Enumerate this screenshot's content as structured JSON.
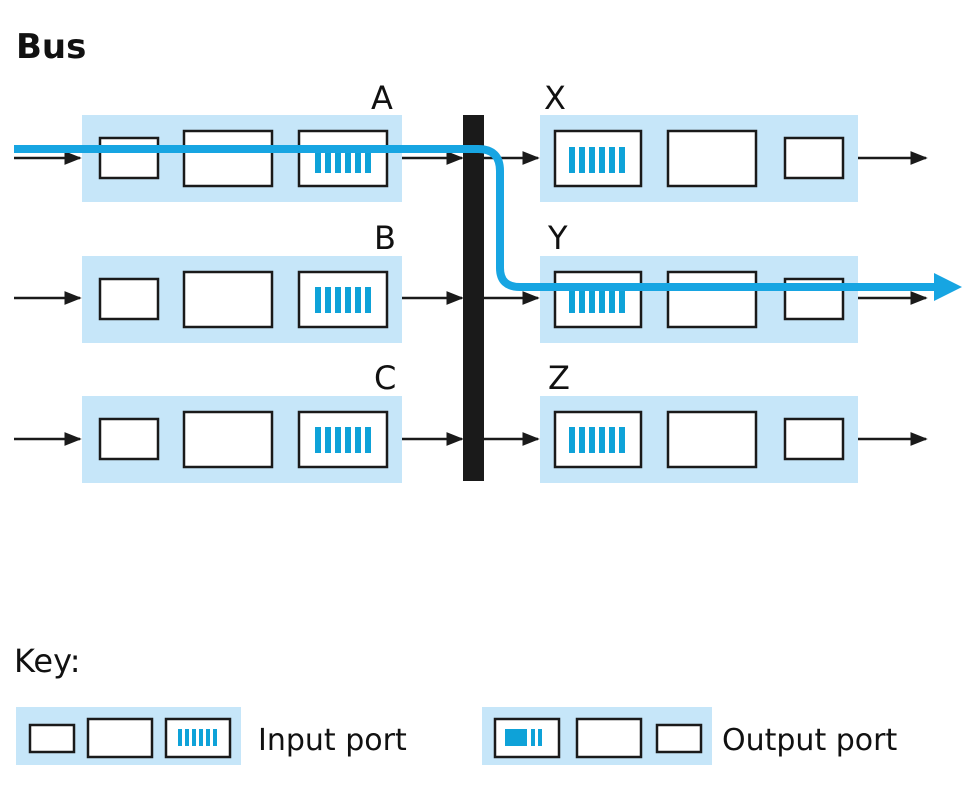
{
  "title": "Bus",
  "input_ports": [
    {
      "label": "A"
    },
    {
      "label": "B"
    },
    {
      "label": "C"
    }
  ],
  "output_ports": [
    {
      "label": "X"
    },
    {
      "label": "Y"
    },
    {
      "label": "Z"
    }
  ],
  "key": {
    "title": "Key:",
    "input_port_label": "Input port",
    "output_port_label": "Output port"
  },
  "colors": {
    "port_fill": "#c6e6f9",
    "queue_blue": "#0ea2d8",
    "path_blue": "#17a5e2",
    "bus": "#1a1a1a",
    "stroke": "#1a1a1a"
  }
}
